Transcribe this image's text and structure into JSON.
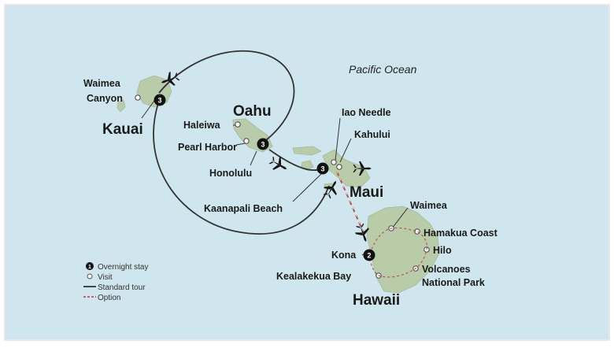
{
  "ocean_label": "Pacific Ocean",
  "islands": {
    "kauai": "Kauai",
    "oahu": "Oahu",
    "maui": "Maui",
    "hawaii": "Hawaii"
  },
  "places": {
    "waimea_canyon": [
      "Waimea",
      "Canyon"
    ],
    "haleiwa": "Haleiwa",
    "pearl_harbor": "Pearl Harbor",
    "honolulu": "Honolulu",
    "iao_needle": "Iao Needle",
    "kahului": "Kahului",
    "kaanapali_beach": "Kaanapali Beach",
    "waimea": "Waimea",
    "hamakua_coast": "Hamakua Coast",
    "hilo": "Hilo",
    "volcanoes_np": [
      "Volcanoes",
      "National Park"
    ],
    "kona": "Kona",
    "kealakekua_bay": "Kealakekua Bay"
  },
  "overnights": {
    "kauai": "3",
    "oahu": "3",
    "maui": "3",
    "kona": "2"
  },
  "legend": {
    "overnight_stay": "Overnight stay",
    "visit": "Visit",
    "standard_tour": "Standard tour",
    "option": "Option",
    "overnight_marker": "1"
  },
  "colors": {
    "ocean": "#cfe6ee",
    "land": "#b9ccaa",
    "route": "#333333",
    "option": "#c0504d"
  }
}
